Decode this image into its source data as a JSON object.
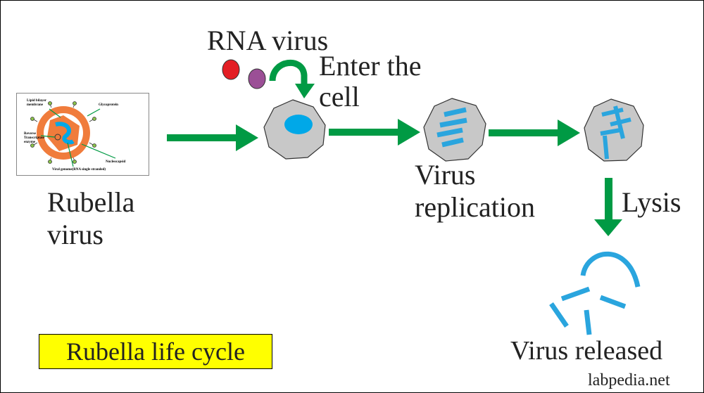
{
  "labels": {
    "rna_virus": "RNA virus",
    "enter_cell_line1": "Enter the",
    "enter_cell_line2": "cell",
    "rubella_line1": "Rubella",
    "rubella_line2": "virus",
    "replication_line1": "Virus",
    "replication_line2": "replication",
    "lysis": "Lysis",
    "released": "Virus released"
  },
  "title": "Rubella life cycle",
  "credit": "labpedia.net",
  "inset": {
    "lipid": "Lipid bilayer",
    "membrane": "membrane",
    "glycoprotein": "Glycoprotein",
    "reverse": "Reverse",
    "transcriptase": "Transcriptase",
    "enzyme": "enzyme",
    "nucleocapsid": "Nucleocapsid",
    "genome": "Viral genome(RNA single stranded)"
  },
  "colors": {
    "arrow": "#009a44",
    "cell": "#c8c8c8",
    "nucleus": "#00a8e8",
    "rna": "#2aa5de",
    "virion_red": "#e31e24",
    "virion_purple": "#9b4f96",
    "capsid": "#f07c3c",
    "highlight": "#ffff00"
  }
}
